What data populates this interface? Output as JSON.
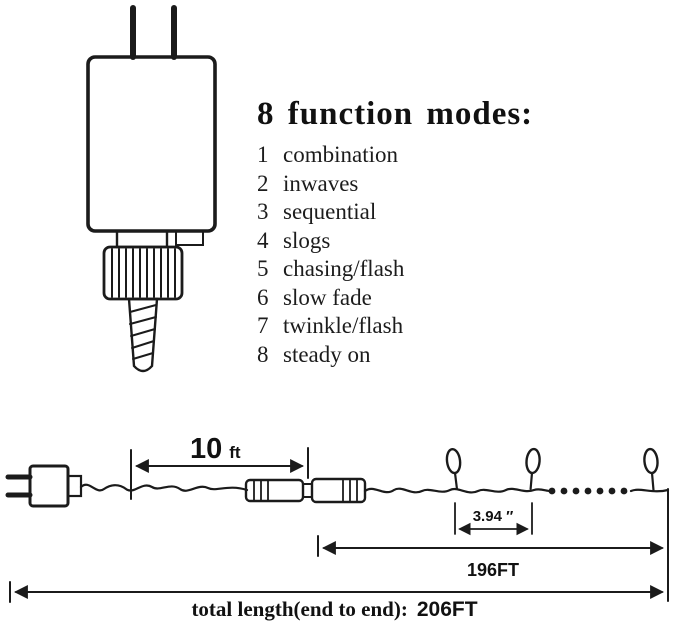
{
  "modes": {
    "title": "8 function modes:",
    "items": [
      {
        "num": "1",
        "label": "combination"
      },
      {
        "num": "2",
        "label": "inwaves"
      },
      {
        "num": "3",
        "label": "sequential"
      },
      {
        "num": "4",
        "label": "slogs"
      },
      {
        "num": "5",
        "label": "chasing/flash"
      },
      {
        "num": "6",
        "label": "slow fade"
      },
      {
        "num": "7",
        "label": "twinkle/flash"
      },
      {
        "num": "8",
        "label": "steady on"
      }
    ]
  },
  "dimensions": {
    "lead_value": "10",
    "lead_unit": "ft",
    "bulb_spacing": "3.94 ″",
    "string_length": "196FT",
    "total_label": "total length(end to end):",
    "total_value": "206FT"
  },
  "colors": {
    "ink": "#1b1b1b",
    "background": "#ffffff"
  }
}
